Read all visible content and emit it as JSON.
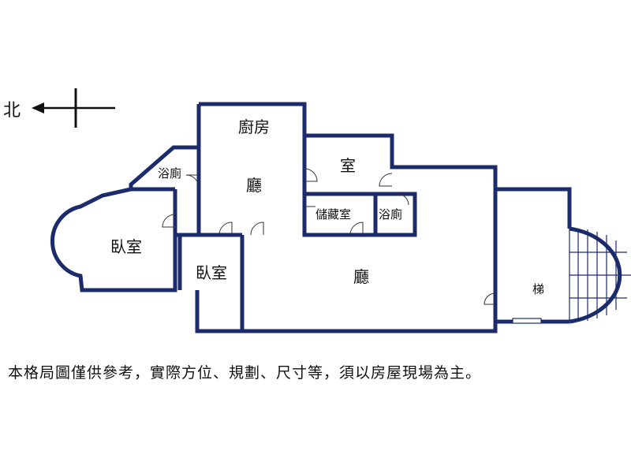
{
  "compass": {
    "label": "北"
  },
  "rooms": {
    "kitchen": "廚房",
    "living_upper": "廳",
    "room": "室",
    "bath_left": "浴廁",
    "storage": "儲藏室",
    "bath_right": "浴廁",
    "bedroom_left": "臥室",
    "bedroom_mid": "臥室",
    "living_main": "廳",
    "stairs": "梯"
  },
  "disclaimer": "本格局圖僅供參考，實際方位、規劃、尺寸等，須以房屋現場為主。",
  "colors": {
    "wall": "#1c2b6b",
    "text": "#111111"
  }
}
